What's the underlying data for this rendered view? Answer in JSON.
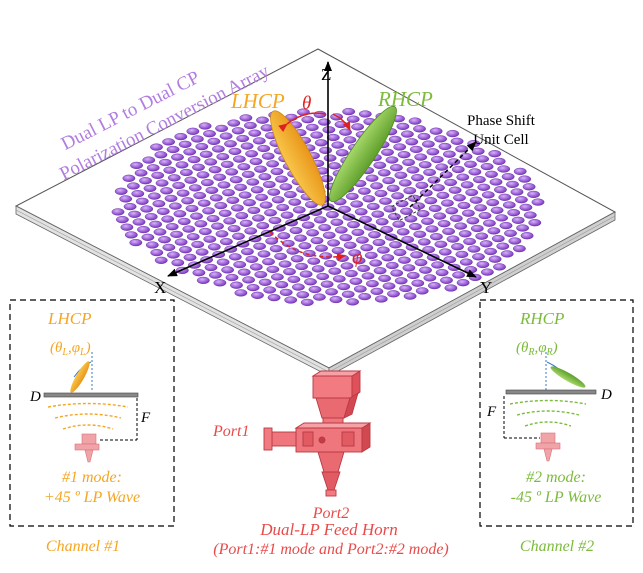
{
  "array_label": {
    "line1": "Dual LP to Dual CP",
    "line2": "Polarization Conversion Array"
  },
  "beams": {
    "lhcp": "LHCP",
    "rhcp": "RHCP",
    "theta": "θ",
    "phi": "φ"
  },
  "axes": {
    "z": "Z",
    "x": "X",
    "y": "Y"
  },
  "unit_cell": {
    "line1": "Phase Shift",
    "line2": "Unit Cell"
  },
  "left_panel": {
    "beam": "LHCP",
    "angles": "(θ",
    "angles_sub1": "L",
    "angles_mid": ",φ",
    "angles_sub2": "L",
    "angles_end": ")",
    "d_label": "D",
    "f_label": "F",
    "mode_line1": "#1 mode:",
    "mode_line2": "+45 º LP Wave",
    "channel": "Channel #1"
  },
  "right_panel": {
    "beam": "RHCP",
    "angles": "(θ",
    "angles_sub1": "R",
    "angles_mid": ",φ",
    "angles_sub2": "R",
    "angles_end": ")",
    "d_label": "D",
    "f_label": "F",
    "mode_line1": "#2 mode:",
    "mode_line2": "-45 º LP Wave",
    "channel": "Channel #2"
  },
  "feed": {
    "port1": "Port1",
    "port2": "Port2",
    "title": "Dual-LP Feed Horn",
    "subtitle": "(Port1:#1 mode and Port2:#2 mode)"
  },
  "colors": {
    "lhcp": "#f5a623",
    "rhcp": "#7cbb3c",
    "purple": "#9b59d0",
    "feed": "#e0505a",
    "label_red": "#e84a4a",
    "axis_red": "#e02020"
  }
}
